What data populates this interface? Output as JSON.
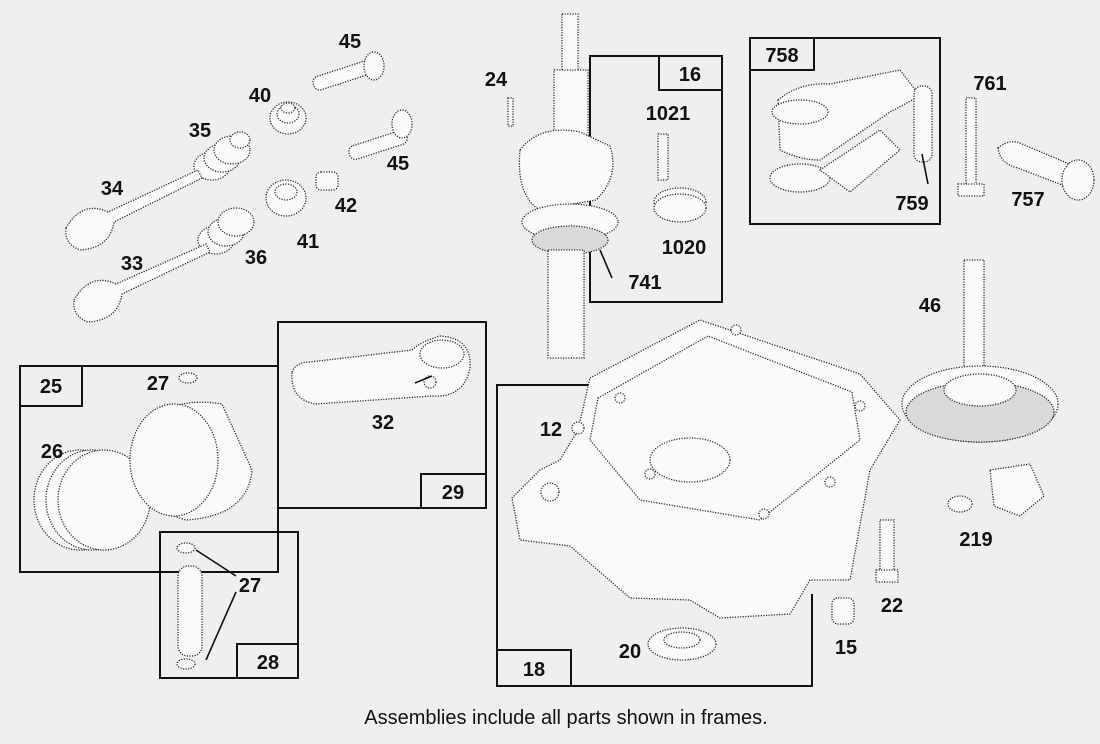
{
  "diagram": {
    "caption": "Assemblies include all parts shown in frames.",
    "frame_tags": {
      "f16": "16",
      "f758": "758",
      "f25": "25",
      "f29": "29",
      "f28": "28",
      "f18": "18"
    },
    "part_labels": {
      "p45a": "45",
      "p40": "40",
      "p35": "35",
      "p34": "34",
      "p45b": "45",
      "p42": "42",
      "p41": "41",
      "p36": "36",
      "p33": "33",
      "p24": "24",
      "p1021": "1021",
      "p1020": "1020",
      "p741": "741",
      "p761": "761",
      "p759": "759",
      "p757": "757",
      "p46": "46",
      "p27a": "27",
      "p26": "26",
      "p32": "32",
      "p12": "12",
      "p27b": "27",
      "p219": "219",
      "p22": "22",
      "p15": "15",
      "p20": "20"
    }
  }
}
